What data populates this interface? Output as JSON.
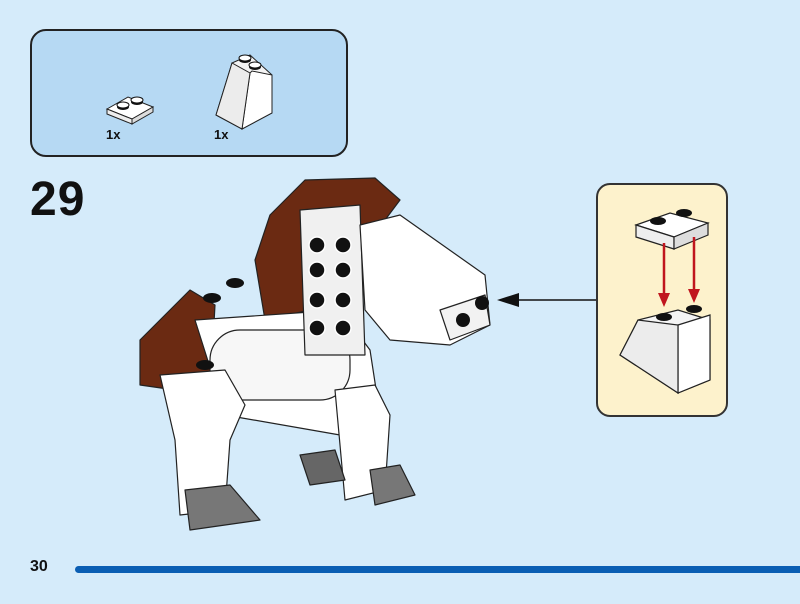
{
  "step": {
    "number": "29"
  },
  "parts_list": {
    "items": [
      {
        "name": "plate 1x2 white",
        "quantity": "1x",
        "color": "#ffffff"
      },
      {
        "name": "slope 2x2 white",
        "quantity": "1x",
        "color": "#ffffff"
      }
    ]
  },
  "callout": {
    "description": "Attach plate 1x2 onto slope studs",
    "arrow_color": "#c0161e"
  },
  "model": {
    "name": "horse",
    "body_color": "#ffffff",
    "mane_color": "#6b2a12",
    "hoof_color": "#777777"
  },
  "footer": {
    "page_number": "30",
    "progress_color": "#0a5eb3"
  }
}
